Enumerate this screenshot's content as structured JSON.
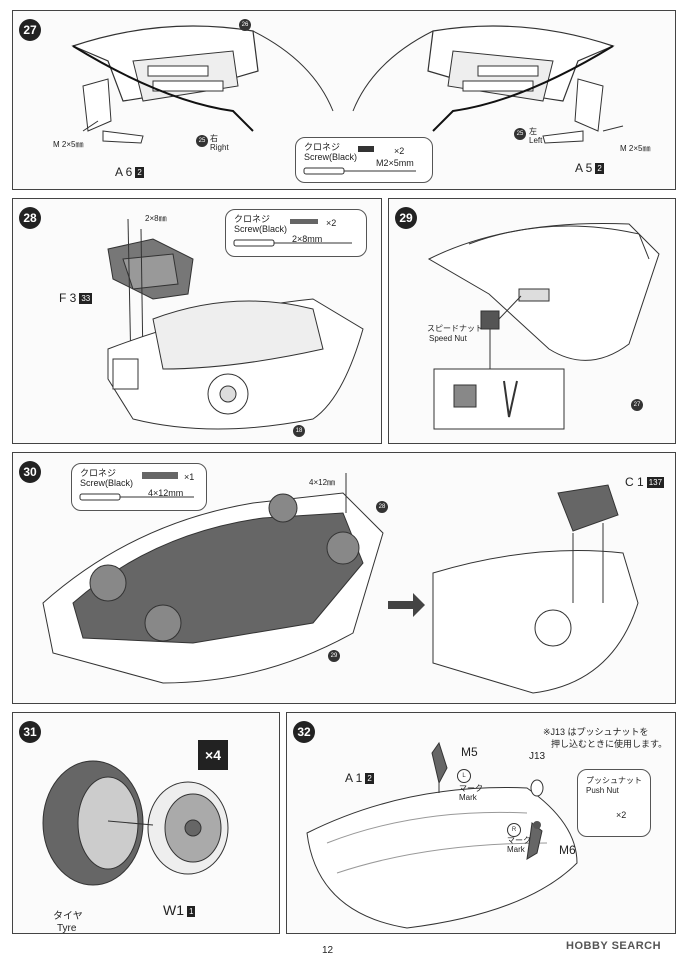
{
  "steps": {
    "s27": {
      "num": "27",
      "part_main": "26",
      "right_num": "25",
      "right_jp": "右",
      "right_en": "Right",
      "left_num": "25",
      "left_jp": "左",
      "left_en": "Left",
      "screw_left": "M 2×5㎜",
      "screw_right": "M 2×5㎜",
      "bracket_left": "A 6",
      "bracket_left_tag": "2",
      "bracket_right": "A 5",
      "bracket_right_tag": "2",
      "callout": {
        "jp": "クロネジ",
        "en": "Screw(Black)",
        "qty": "×2",
        "size": "M2×5mm"
      }
    },
    "s28": {
      "num": "28",
      "screw_size": "2×8㎜",
      "part": "F 3",
      "part_tag": "33",
      "base_num": "18",
      "callout": {
        "jp": "クロネジ",
        "en": "Screw(Black)",
        "qty": "×2",
        "size": "2×8mm"
      }
    },
    "s29": {
      "num": "29",
      "speed_nut_jp": "スピードナット",
      "speed_nut_en": "Speed Nut",
      "base_num": "27"
    },
    "s30": {
      "num": "30",
      "screw_size": "4×12㎜",
      "part_28": "28",
      "part_29": "29",
      "part": "C 1",
      "part_tag": "137",
      "callout": {
        "jp": "クロネジ",
        "en": "Screw(Black)",
        "qty": "×1",
        "size": "4×12mm"
      }
    },
    "s31": {
      "num": "31",
      "multiplier": "×4",
      "tyre_jp": "タイヤ",
      "tyre_en": "Tyre",
      "wheel": "W1",
      "wheel_tag": "1"
    },
    "s32": {
      "num": "32",
      "note_line1": "※J13 はプッシュナットを",
      "note_line2": "押し込むときに使用します。",
      "part_m5": "M5",
      "part_m6": "M6",
      "part_j13": "J13",
      "hood": "A 1",
      "hood_tag": "2",
      "mark_l": "L",
      "mark_r": "R",
      "mark_jp": "マーク",
      "mark_en": "Mark",
      "push_nut_jp": "プッシュナット",
      "push_nut_en": "Push Nut",
      "push_nut_qty": "×2"
    }
  },
  "footer": {
    "page_number": "12",
    "brand": "HOBBY SEARCH"
  }
}
